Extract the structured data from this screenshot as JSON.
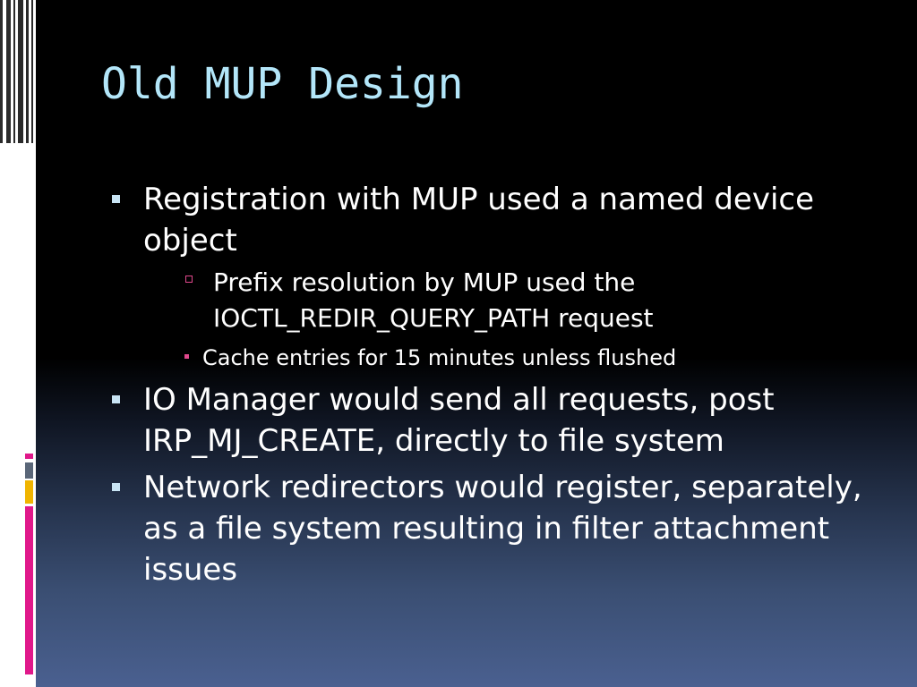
{
  "slide": {
    "title": "Old MUP Design",
    "bullets": [
      {
        "text": "Registration with MUP used a named device object",
        "children": [
          {
            "text": "Prefix resolution by MUP used the IOCTL_REDIR_QUERY_PATH request",
            "children": [
              {
                "text": "Cache entries for 15 minutes unless flushed"
              }
            ]
          }
        ]
      },
      {
        "text": "IO Manager would send all requests, post IRP_MJ_CREATE, directly to file system"
      },
      {
        "text": "Network redirectors would register, separately, as a file system resulting in filter attachment issues"
      }
    ]
  },
  "colors": {
    "title": "#b3e6f9",
    "body_text": "#ffffff",
    "bullet_level1": "#c8e4f4",
    "bullet_accent": "#e0488c",
    "bar_gray": "#5a6678",
    "bar_yellow": "#f0b400",
    "bar_pink": "#e0188a"
  },
  "icons": {
    "level1_bullet": "square-bullet-icon",
    "level2_bullet": "hollow-square-bullet-icon",
    "level3_bullet": "small-square-bullet-icon"
  }
}
